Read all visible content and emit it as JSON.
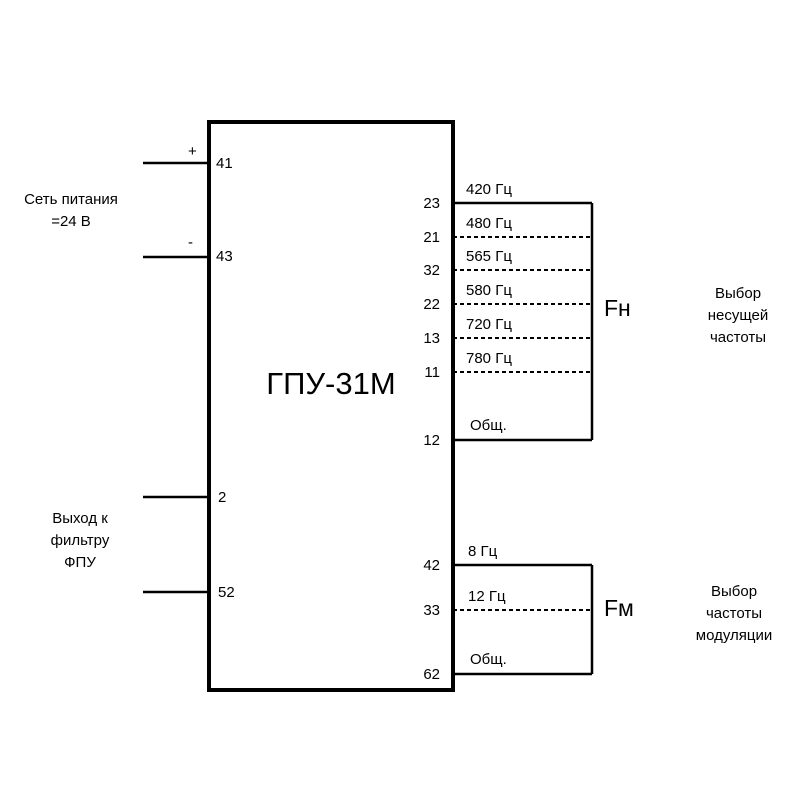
{
  "block": {
    "title": "ГПУ-31М"
  },
  "power": {
    "label_line1": "Сеть питания",
    "label_line2": "=24 В",
    "plus": "+",
    "minus": "-",
    "pin_plus": "41",
    "pin_minus": "43"
  },
  "output": {
    "label_line1": "Выход к",
    "label_line2": "фильтру",
    "label_line3": "ФПУ",
    "pin_a": "2",
    "pin_b": "52"
  },
  "carrier": {
    "symbol": "Fн",
    "label_line1": "Выбор",
    "label_line2": "несущей",
    "label_line3": "частоты",
    "pins": [
      "23",
      "21",
      "32",
      "22",
      "13",
      "11",
      "12"
    ],
    "freqs": [
      "420 Гц",
      "480 Гц",
      "565 Гц",
      "580 Гц",
      "720 Гц",
      "780 Гц",
      "Общ."
    ]
  },
  "modulation": {
    "symbol": "Fм",
    "label_line1": "Выбор",
    "label_line2": "частоты",
    "label_line3": "модуляции",
    "pins": [
      "42",
      "33",
      "62"
    ],
    "freqs": [
      "8 Гц",
      "12 Гц",
      "Общ."
    ]
  }
}
